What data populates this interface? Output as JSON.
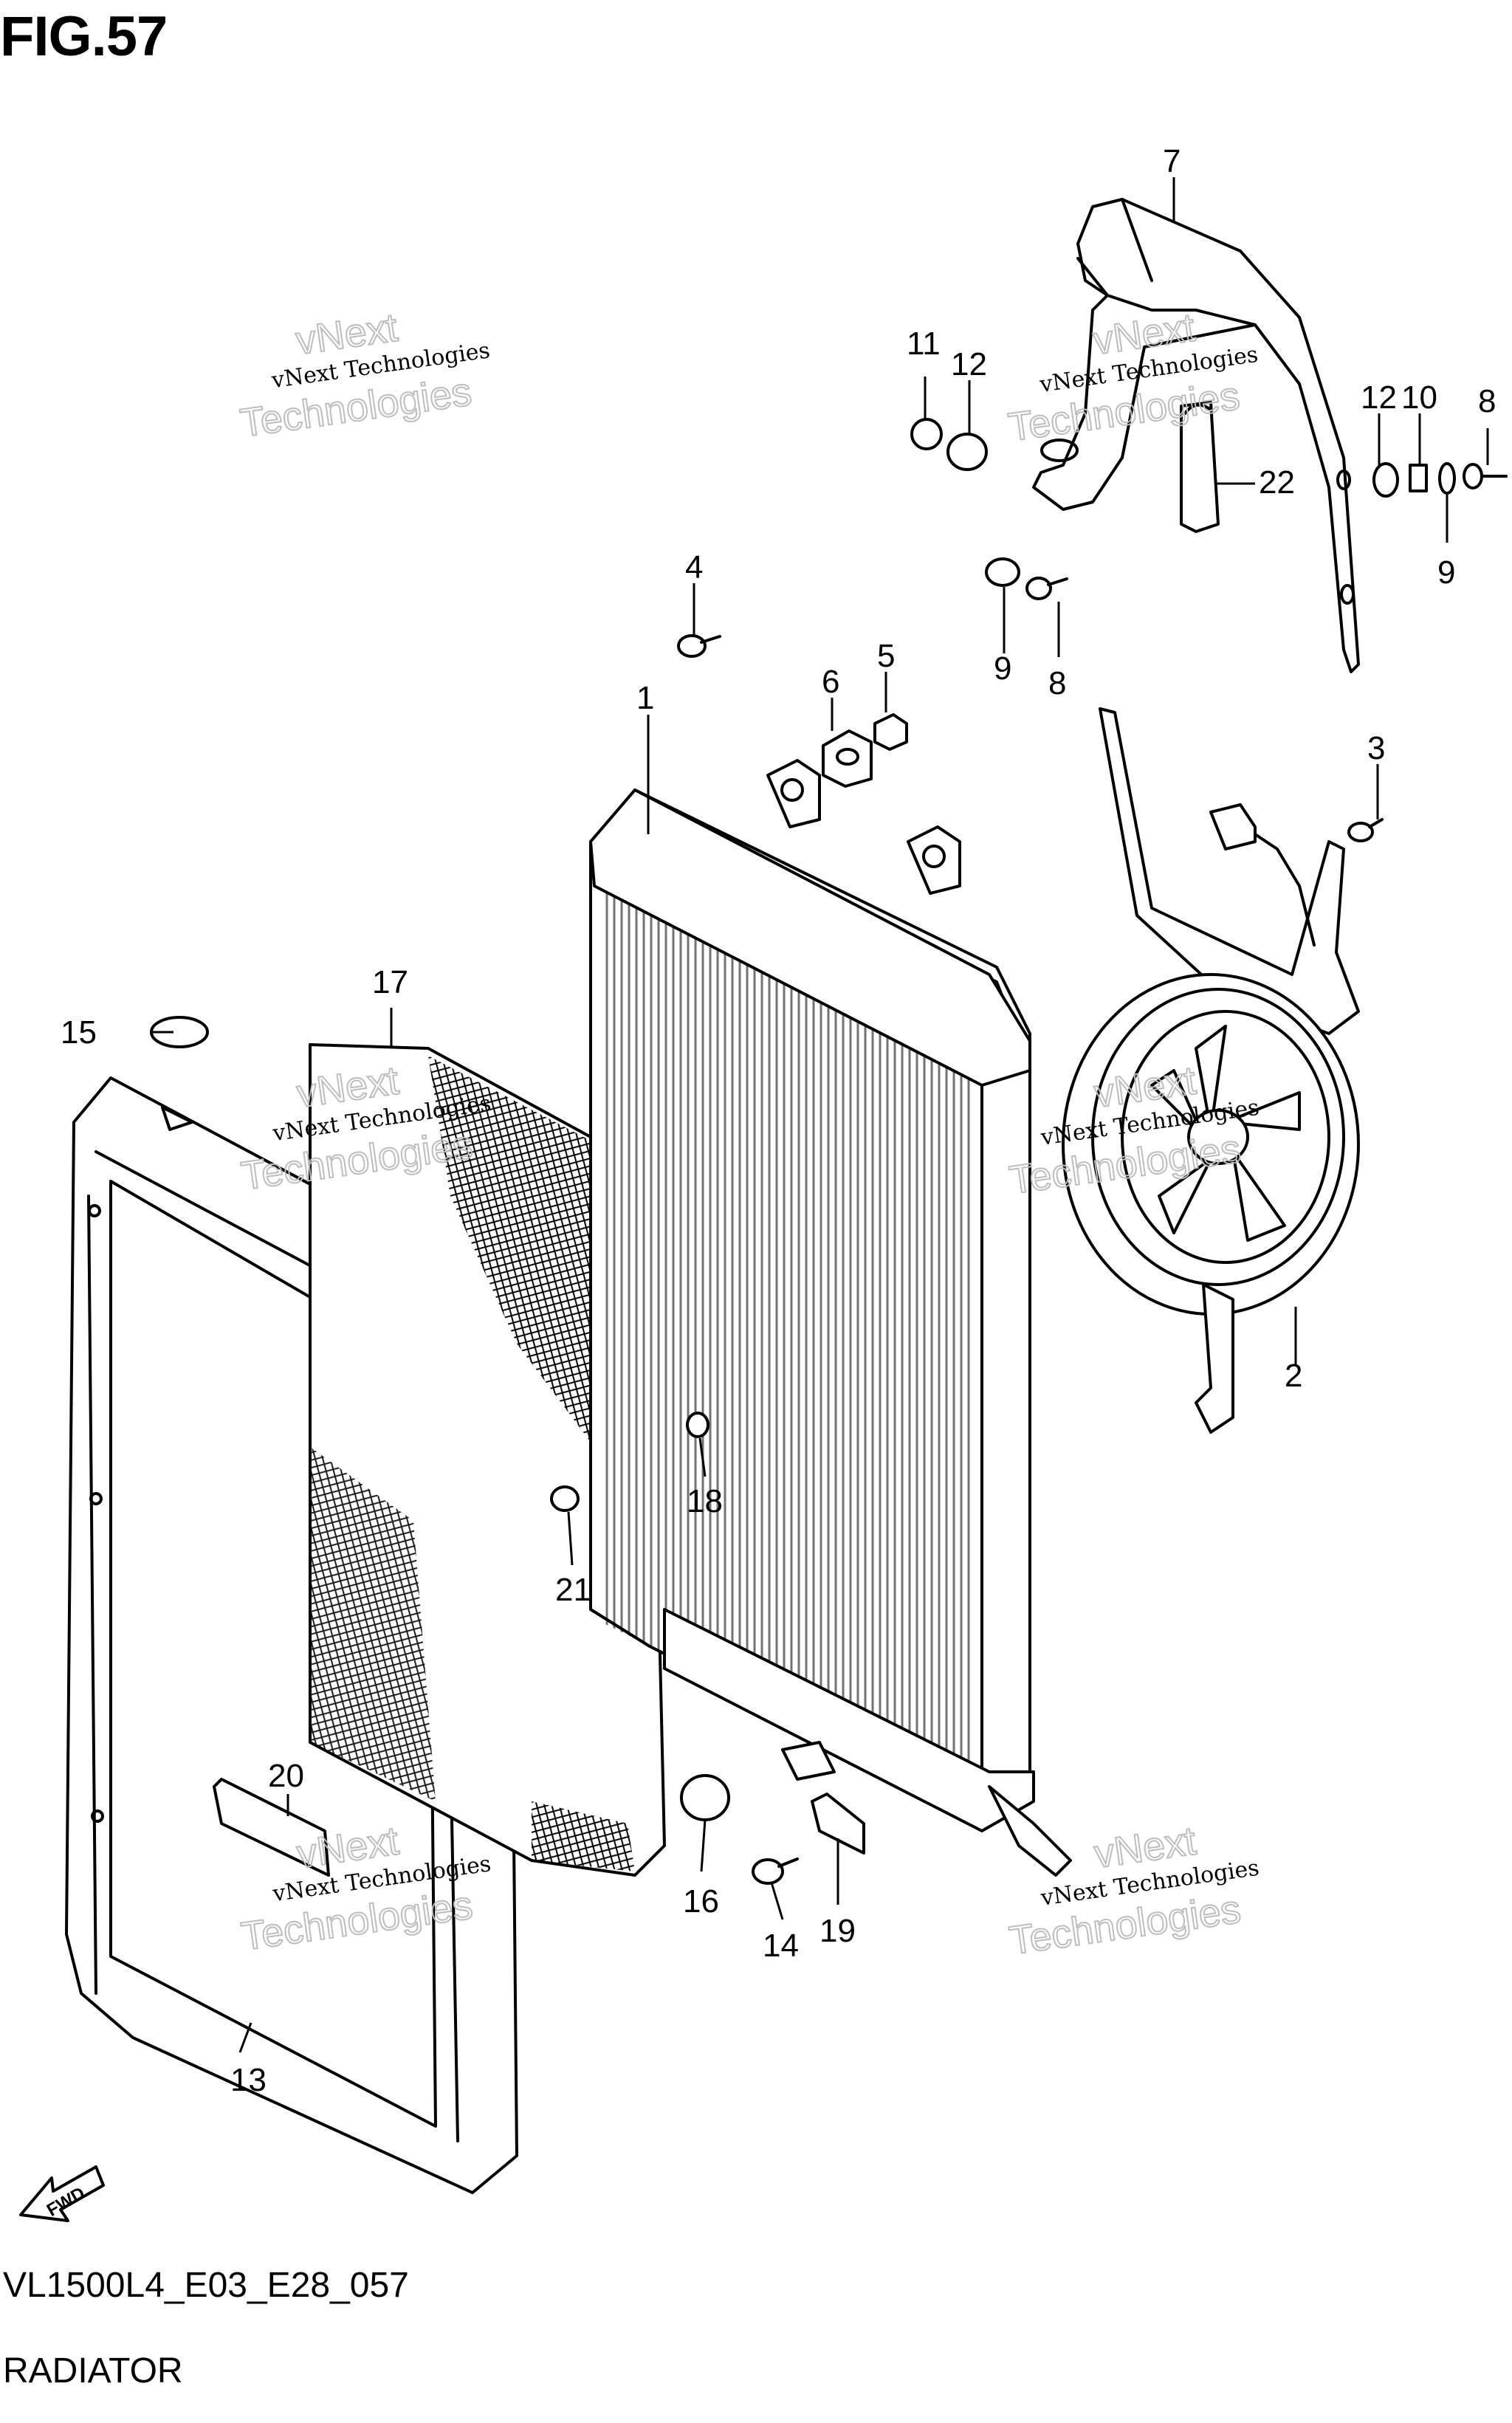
{
  "figure_title": "FIG.57",
  "footer": {
    "model_code": "VL1500L4_E03_E28_057",
    "section_name": "RADIATOR"
  },
  "watermark": {
    "line1": "vNext Technologies",
    "line2": "vNext",
    "line3": "Technologies"
  },
  "fwd_label": "FWD",
  "callouts": {
    "c1": "1",
    "c2": "2",
    "c3": "3",
    "c4": "4",
    "c5": "5",
    "c6": "6",
    "c7": "7",
    "c8a": "8",
    "c8b": "8",
    "c9a": "9",
    "c9b": "9",
    "c10": "10",
    "c11": "11",
    "c12a": "12",
    "c12b": "12",
    "c13": "13",
    "c14": "14",
    "c15": "15",
    "c16": "16",
    "c17": "17",
    "c18": "18",
    "c19": "19",
    "c20": "20",
    "c21": "21",
    "c22": "22"
  }
}
